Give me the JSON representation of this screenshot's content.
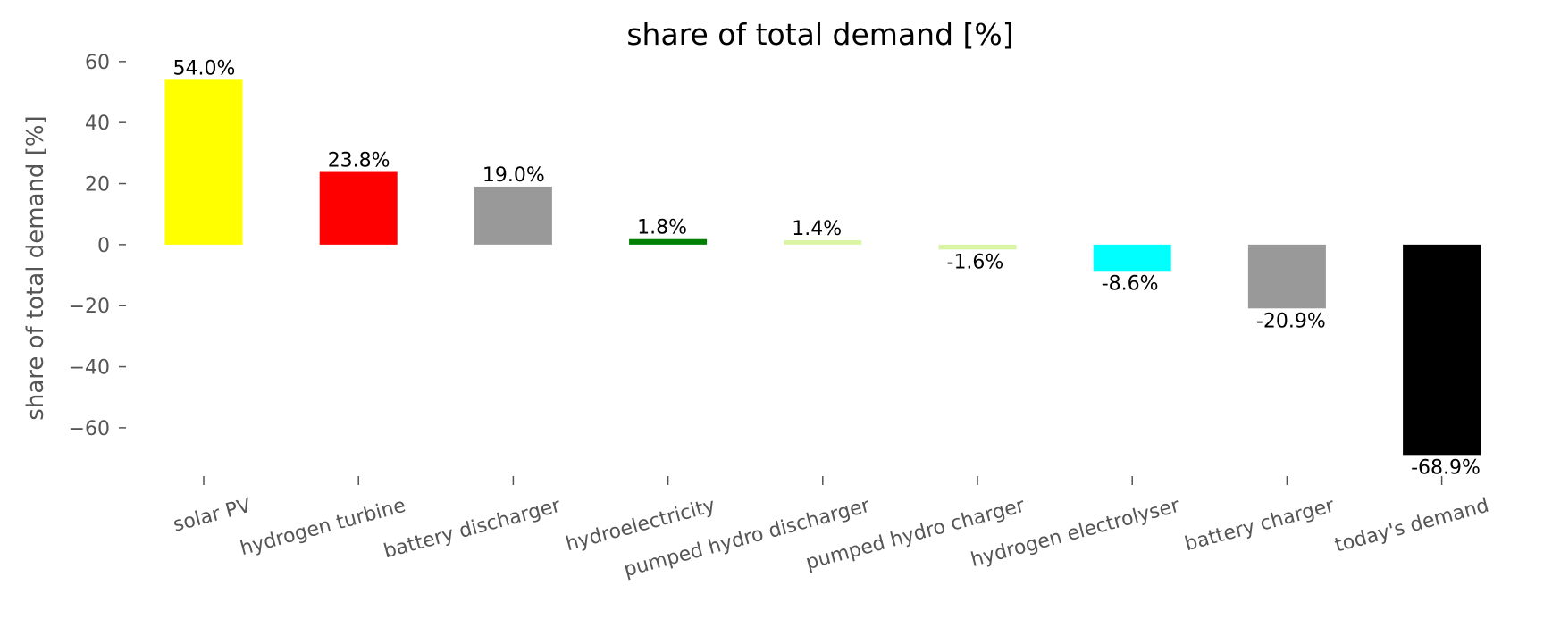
{
  "chart_data": {
    "type": "bar",
    "title": "share of total demand [%]",
    "xlabel": "",
    "ylabel": "share of total demand [%]",
    "ylim": [
      -77,
      62
    ],
    "yticks": [
      60,
      40,
      20,
      0,
      -20,
      -40,
      -60
    ],
    "ytick_labels": [
      "60",
      "40",
      "20",
      "0",
      "−20",
      "−40",
      "−60"
    ],
    "grid": false,
    "categories": [
      "solar PV",
      "hydrogen turbine",
      "battery discharger",
      "hydroelectricity",
      "pumped hydro discharger",
      "pumped hydro charger",
      "hydrogen electrolyser",
      "battery charger",
      "today's demand"
    ],
    "values": [
      54.0,
      23.8,
      19.0,
      1.8,
      1.4,
      -1.6,
      -8.6,
      -20.9,
      -68.9
    ],
    "data_labels": [
      "54.0%",
      "23.8%",
      "19.0%",
      "1.8%",
      "1.4%",
      "-1.6%",
      "-8.6%",
      "-20.9%",
      "-68.9%"
    ],
    "colors": [
      "#ffff00",
      "#ff0000",
      "#999999",
      "#008000",
      "#d9f5a3",
      "#d9f5a3",
      "#00ffff",
      "#999999",
      "#000000"
    ]
  }
}
